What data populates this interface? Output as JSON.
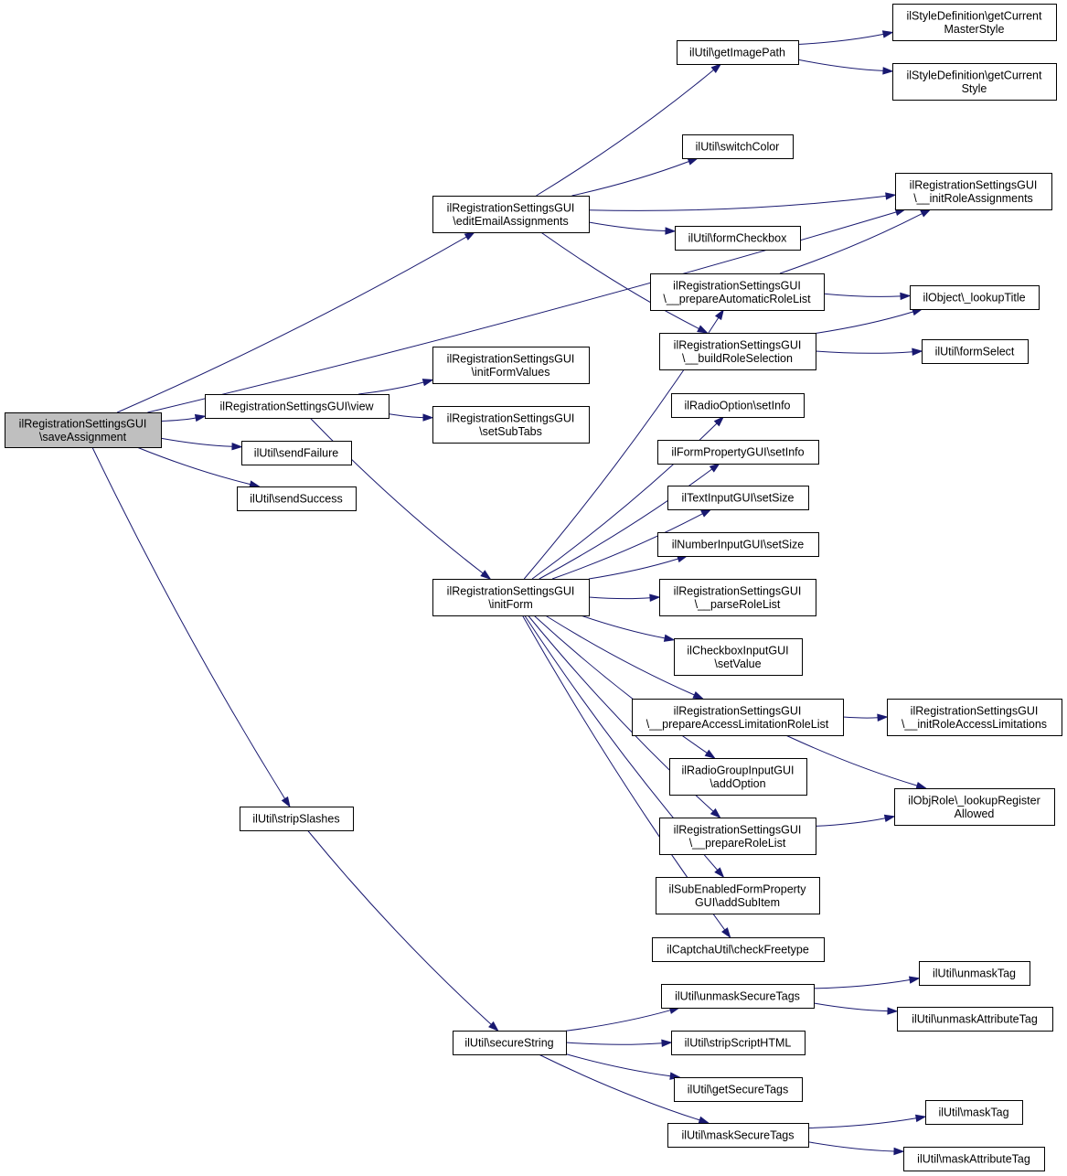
{
  "graph": {
    "colors": {
      "edge": "#191970",
      "node_border": "#000000",
      "root_fill": "#bfbfbf",
      "node_fill": "#ffffff"
    },
    "nodes": [
      {
        "id": "root",
        "lines": [
          "ilRegistrationSettingsGUI",
          "\\saveAssignment"
        ]
      },
      {
        "id": "view",
        "lines": [
          "ilRegistrationSettingsGUI\\view"
        ]
      },
      {
        "id": "sendFailure",
        "lines": [
          "ilUtil\\sendFailure"
        ]
      },
      {
        "id": "sendSuccess",
        "lines": [
          "ilUtil\\sendSuccess"
        ]
      },
      {
        "id": "stripSlashes",
        "lines": [
          "ilUtil\\stripSlashes"
        ]
      },
      {
        "id": "editEmail",
        "lines": [
          "ilRegistrationSettingsGUI",
          "\\editEmailAssignments"
        ]
      },
      {
        "id": "initFormValues",
        "lines": [
          "ilRegistrationSettingsGUI",
          "\\initFormValues"
        ]
      },
      {
        "id": "setSubTabs",
        "lines": [
          "ilRegistrationSettingsGUI",
          "\\setSubTabs"
        ]
      },
      {
        "id": "initForm",
        "lines": [
          "ilRegistrationSettingsGUI",
          "\\initForm"
        ]
      },
      {
        "id": "secureString",
        "lines": [
          "ilUtil\\secureString"
        ]
      },
      {
        "id": "getImagePath",
        "lines": [
          "ilUtil\\getImagePath"
        ]
      },
      {
        "id": "switchColor",
        "lines": [
          "ilUtil\\switchColor"
        ]
      },
      {
        "id": "formCheckbox",
        "lines": [
          "ilUtil\\formCheckbox"
        ]
      },
      {
        "id": "prepAutoRole",
        "lines": [
          "ilRegistrationSettingsGUI",
          "\\__prepareAutomaticRoleList"
        ]
      },
      {
        "id": "buildRoleSel",
        "lines": [
          "ilRegistrationSettingsGUI",
          "\\__buildRoleSelection"
        ]
      },
      {
        "id": "radioSetInfo",
        "lines": [
          "ilRadioOption\\setInfo"
        ]
      },
      {
        "id": "formPropSetInfo",
        "lines": [
          "ilFormPropertyGUI\\setInfo"
        ]
      },
      {
        "id": "textSetSize",
        "lines": [
          "ilTextInputGUI\\setSize"
        ]
      },
      {
        "id": "numberSetSize",
        "lines": [
          "ilNumberInputGUI\\setSize"
        ]
      },
      {
        "id": "parseRoleList",
        "lines": [
          "ilRegistrationSettingsGUI",
          "\\__parseRoleList"
        ]
      },
      {
        "id": "checkboxSetValue",
        "lines": [
          "ilCheckboxInputGUI",
          "\\setValue"
        ]
      },
      {
        "id": "prepAccessLim",
        "lines": [
          "ilRegistrationSettingsGUI",
          "\\__prepareAccessLimitationRoleList"
        ]
      },
      {
        "id": "radioGroupAdd",
        "lines": [
          "ilRadioGroupInputGUI",
          "\\addOption"
        ]
      },
      {
        "id": "prepRoleList",
        "lines": [
          "ilRegistrationSettingsGUI",
          "\\__prepareRoleList"
        ]
      },
      {
        "id": "subEnabledAdd",
        "lines": [
          "ilSubEnabledFormProperty",
          "GUI\\addSubItem"
        ]
      },
      {
        "id": "captcha",
        "lines": [
          "ilCaptchaUtil\\checkFreetype"
        ]
      },
      {
        "id": "unmaskSecure",
        "lines": [
          "ilUtil\\unmaskSecureTags"
        ]
      },
      {
        "id": "stripScript",
        "lines": [
          "ilUtil\\stripScriptHTML"
        ]
      },
      {
        "id": "getSecureTags",
        "lines": [
          "ilUtil\\getSecureTags"
        ]
      },
      {
        "id": "maskSecure",
        "lines": [
          "ilUtil\\maskSecureTags"
        ]
      },
      {
        "id": "styleMaster",
        "lines": [
          "ilStyleDefinition\\getCurrent",
          "MasterStyle"
        ]
      },
      {
        "id": "styleCurrent",
        "lines": [
          "ilStyleDefinition\\getCurrent",
          "Style"
        ]
      },
      {
        "id": "initRoleAssign",
        "lines": [
          "ilRegistrationSettingsGUI",
          "\\__initRoleAssignments"
        ]
      },
      {
        "id": "lookupTitle",
        "lines": [
          "ilObject\\_lookupTitle"
        ]
      },
      {
        "id": "formSelect",
        "lines": [
          "ilUtil\\formSelect"
        ]
      },
      {
        "id": "initRoleAccess",
        "lines": [
          "ilRegistrationSettingsGUI",
          "\\__initRoleAccessLimitations"
        ]
      },
      {
        "id": "lookupRegister",
        "lines": [
          "ilObjRole\\_lookupRegister",
          "Allowed"
        ]
      },
      {
        "id": "unmaskTag",
        "lines": [
          "ilUtil\\unmaskTag"
        ]
      },
      {
        "id": "unmaskAttr",
        "lines": [
          "ilUtil\\unmaskAttributeTag"
        ]
      },
      {
        "id": "maskTag",
        "lines": [
          "ilUtil\\maskTag"
        ]
      },
      {
        "id": "maskAttr",
        "lines": [
          "ilUtil\\maskAttributeTag"
        ]
      }
    ],
    "edges": [
      [
        "root",
        "view"
      ],
      [
        "root",
        "sendFailure"
      ],
      [
        "root",
        "sendSuccess"
      ],
      [
        "root",
        "stripSlashes"
      ],
      [
        "root",
        "editEmail"
      ],
      [
        "root",
        "initRoleAssign"
      ],
      [
        "view",
        "initFormValues"
      ],
      [
        "view",
        "setSubTabs"
      ],
      [
        "view",
        "initForm"
      ],
      [
        "editEmail",
        "getImagePath"
      ],
      [
        "editEmail",
        "switchColor"
      ],
      [
        "editEmail",
        "initRoleAssign"
      ],
      [
        "editEmail",
        "formCheckbox"
      ],
      [
        "editEmail",
        "buildRoleSel"
      ],
      [
        "getImagePath",
        "styleMaster"
      ],
      [
        "getImagePath",
        "styleCurrent"
      ],
      [
        "prepAutoRole",
        "initRoleAssign"
      ],
      [
        "prepAutoRole",
        "lookupTitle"
      ],
      [
        "buildRoleSel",
        "lookupTitle"
      ],
      [
        "buildRoleSel",
        "formSelect"
      ],
      [
        "initForm",
        "prepAutoRole"
      ],
      [
        "initForm",
        "radioSetInfo"
      ],
      [
        "initForm",
        "formPropSetInfo"
      ],
      [
        "initForm",
        "textSetSize"
      ],
      [
        "initForm",
        "numberSetSize"
      ],
      [
        "initForm",
        "parseRoleList"
      ],
      [
        "initForm",
        "checkboxSetValue"
      ],
      [
        "initForm",
        "prepAccessLim"
      ],
      [
        "initForm",
        "radioGroupAdd"
      ],
      [
        "initForm",
        "prepRoleList"
      ],
      [
        "initForm",
        "subEnabledAdd"
      ],
      [
        "initForm",
        "captcha"
      ],
      [
        "prepAccessLim",
        "initRoleAccess"
      ],
      [
        "prepAccessLim",
        "lookupRegister"
      ],
      [
        "prepRoleList",
        "lookupRegister"
      ],
      [
        "stripSlashes",
        "secureString"
      ],
      [
        "secureString",
        "unmaskSecure"
      ],
      [
        "secureString",
        "stripScript"
      ],
      [
        "secureString",
        "getSecureTags"
      ],
      [
        "secureString",
        "maskSecure"
      ],
      [
        "unmaskSecure",
        "unmaskTag"
      ],
      [
        "unmaskSecure",
        "unmaskAttr"
      ],
      [
        "maskSecure",
        "maskTag"
      ],
      [
        "maskSecure",
        "maskAttr"
      ]
    ]
  }
}
